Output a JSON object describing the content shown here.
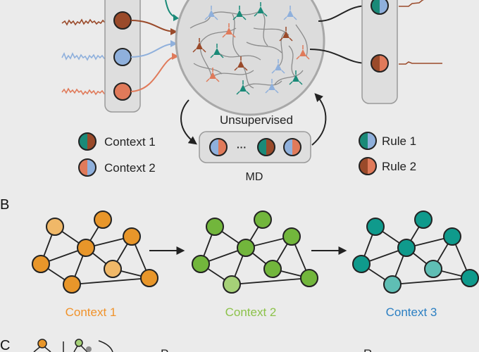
{
  "panel_a": {
    "unsupervised_label": "Unsupervised",
    "md_label": "MD",
    "ellipsis": "···",
    "legend_left": [
      {
        "label": "Context 1",
        "left_color": "#1a8a78",
        "right_color": "#9a4a2a"
      },
      {
        "label": "Context 2",
        "left_color": "#e07a5a",
        "right_color": "#8fb0dc"
      }
    ],
    "legend_right": [
      {
        "label": "Rule 1",
        "left_color": "#1a8a78",
        "right_color": "#8fb0dc"
      },
      {
        "label": "Rule 2",
        "left_color": "#9a4a2a",
        "right_color": "#e07a5a"
      }
    ],
    "colors": {
      "brown": "#9a4a2a",
      "blue": "#8fb0dc",
      "orange": "#e07a5a",
      "teal": "#1a8a78"
    }
  },
  "panel_b": {
    "letter": "B",
    "contexts": [
      {
        "label": "Context 1",
        "color": "#e8962a",
        "light": "#f0b868",
        "text_color": "#f0922a"
      },
      {
        "label": "Context 2",
        "color": "#72b63c",
        "light": "#a6d178",
        "text_color": "#8cc24a"
      },
      {
        "label": "Context 3",
        "color": "#0f9a8c",
        "light": "#5fbeb4",
        "text_color": "#2b7fc2"
      }
    ]
  },
  "panel_c": {
    "letter": "C",
    "partial_text_1": "P",
    "partial_text_2": "R"
  }
}
